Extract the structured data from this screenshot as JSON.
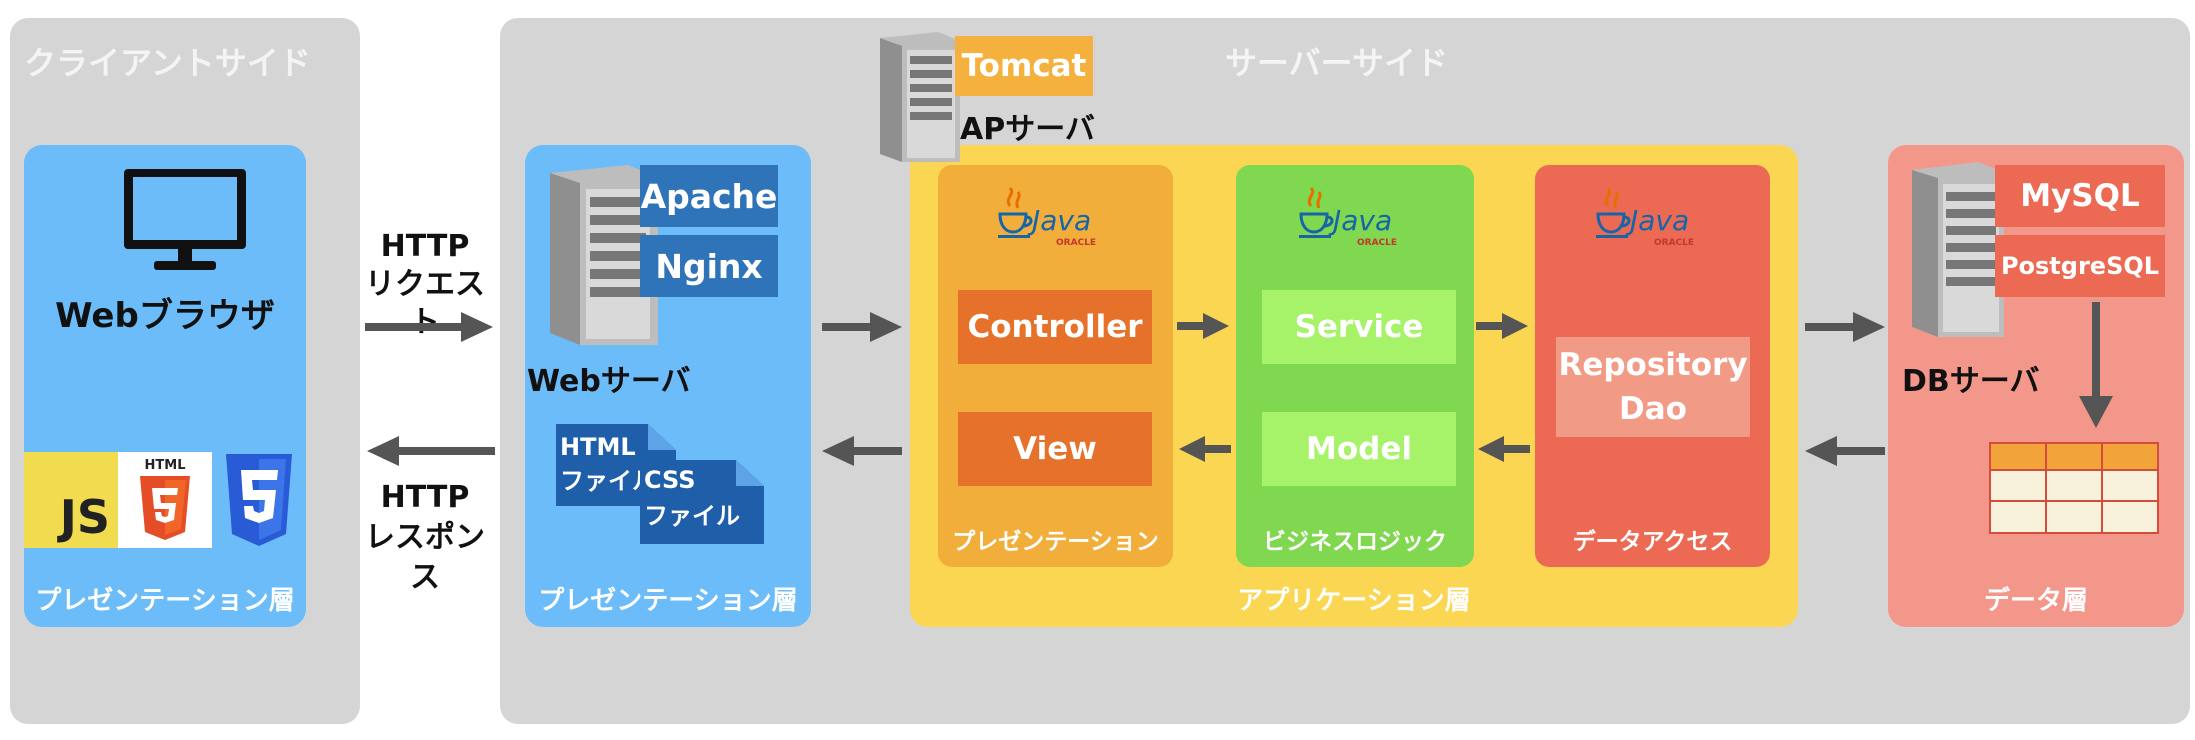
{
  "client": {
    "title": "クライアントサイド",
    "browser_label": "Webブラウザ",
    "layer_label": "プレゼンテーション層",
    "tech": {
      "js": "JS",
      "html5": "HTML"
    }
  },
  "http": {
    "request": [
      "HTTP",
      "リクエスト"
    ],
    "response": [
      "HTTP",
      "レスポンス"
    ]
  },
  "server": {
    "title": "サーバーサイド",
    "web": {
      "products": [
        "Apache",
        "Nginx"
      ],
      "server_label": "Webサーバ",
      "files": {
        "html": [
          "HTML",
          "ファイル"
        ],
        "css": [
          "CSS",
          "ファイル"
        ]
      },
      "layer_label": "プレゼンテーション層"
    },
    "ap": {
      "product": "Tomcat",
      "server_label": "APサーバ",
      "java_word": "Java",
      "java_vendor": "ORACLE",
      "presentation": {
        "items": [
          "Controller",
          "View"
        ],
        "label": "プレゼンテーション"
      },
      "business": {
        "items": [
          "Service",
          "Model"
        ],
        "label": "ビジネスロジック"
      },
      "data_access": {
        "items": [
          "Repository",
          "Dao"
        ],
        "label": "データアクセス"
      },
      "layer_label": "アプリケーション層"
    },
    "db": {
      "products": [
        "MySQL",
        "PostgreSQL"
      ],
      "server_label": "DBサーバ",
      "layer_label": "データ層"
    }
  },
  "colors": {
    "panel_gray": "#d5d5d5",
    "presentation_blue": "#6bbcf8",
    "web_box": "#2f74b8",
    "app_yellow": "#fad652",
    "pres_orange": "#f2ae3b",
    "pres_box": "#e5712b",
    "biz_green": "#7fd84f",
    "biz_box": "#a6f268",
    "da_red": "#ec6a53",
    "da_box": "#f19a85",
    "data_pink": "#f4978b",
    "tomcat": "#f5b13d",
    "arrow": "#555555"
  }
}
